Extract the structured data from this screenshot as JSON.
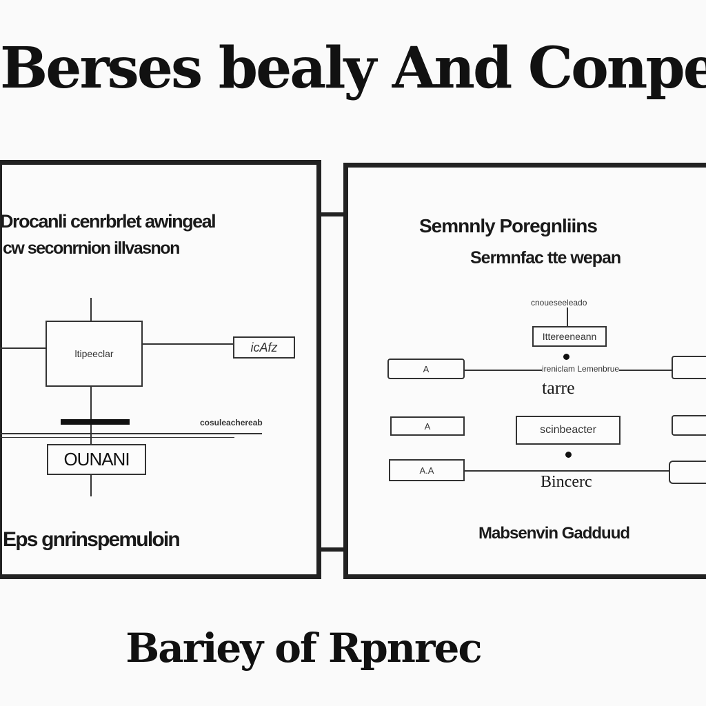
{
  "title": "Berses bealy And Conpeirel",
  "bottom_title": "Bariey of Rpnrec",
  "left_panel": {
    "heading_line1": "Drocanli cenrbrlet awingeal",
    "heading_line2": "cw seconrnion illvasnon",
    "block_label": "ltipeeclar",
    "right_box_label": "icAfz",
    "bar_label": "cosuleachereab",
    "output_label": "OUNANI",
    "footer": "Eps gnrinspemuloin"
  },
  "right_panel": {
    "heading_line1": "Semnnly Poregnliins",
    "heading_line2": "Sermnfac tte wepan",
    "top_small_label": "cnoueseeleado",
    "top_box_label": "Ittereeneann",
    "mid_small_label": "ireniclam Lemenbrue",
    "mid_label": "tarre",
    "center_box_label": "scinbeacter",
    "lower_label": "Bincerc",
    "footer": "Mabsenvin Gadduud",
    "left_box1": "A",
    "left_box2": "A",
    "left_box3": "A.A",
    "right_box1": "",
    "right_box2": "",
    "right_box3": ""
  }
}
